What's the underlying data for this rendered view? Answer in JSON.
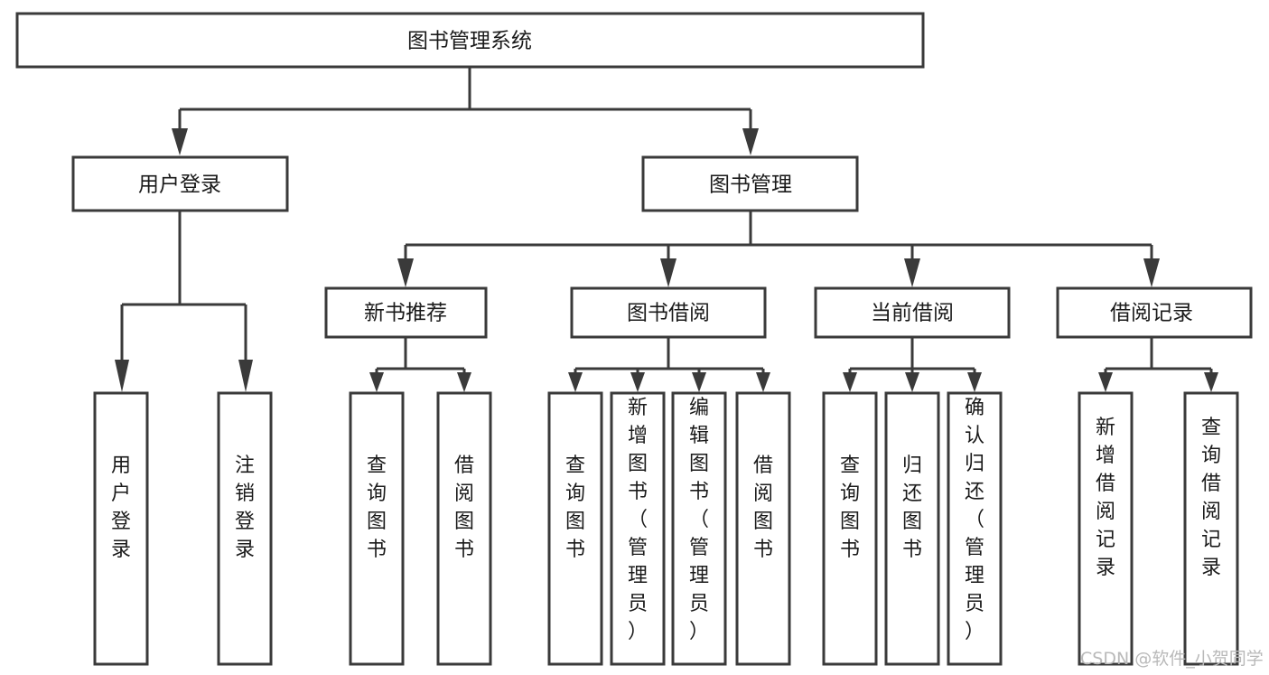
{
  "diagram": {
    "title": "图书管理系统",
    "type": "tree-hierarchy",
    "watermark": "CSDN @软件_小贺同学",
    "colors": {
      "background": "#ffffff",
      "box_stroke": "#3a3a3a",
      "box_fill": "#ffffff",
      "text": "#1a1a1a",
      "watermark": "#b9b9b9"
    },
    "root": {
      "label": "图书管理系统"
    },
    "level2": [
      {
        "label": "用户登录"
      },
      {
        "label": "图书管理"
      }
    ],
    "level3": [
      {
        "label": "新书推荐"
      },
      {
        "label": "图书借阅"
      },
      {
        "label": "当前借阅"
      },
      {
        "label": "借阅记录"
      }
    ],
    "leaves": {
      "user_login": [
        {
          "label": "用户登录"
        },
        {
          "label": "注销登录"
        }
      ],
      "new_book_recommend": [
        {
          "label": "查询图书"
        },
        {
          "label": "借阅图书"
        }
      ],
      "book_borrow": [
        {
          "label": "查询图书"
        },
        {
          "label": "新增图书（管理员）"
        },
        {
          "label": "编辑图书（管理员）"
        },
        {
          "label": "借阅图书"
        }
      ],
      "current_borrow": [
        {
          "label": "查询图书"
        },
        {
          "label": "归还图书"
        },
        {
          "label": "确认归还（管理员）"
        }
      ],
      "borrow_records": [
        {
          "label": "新增借阅记录"
        },
        {
          "label": "查询借阅记录"
        }
      ]
    }
  }
}
